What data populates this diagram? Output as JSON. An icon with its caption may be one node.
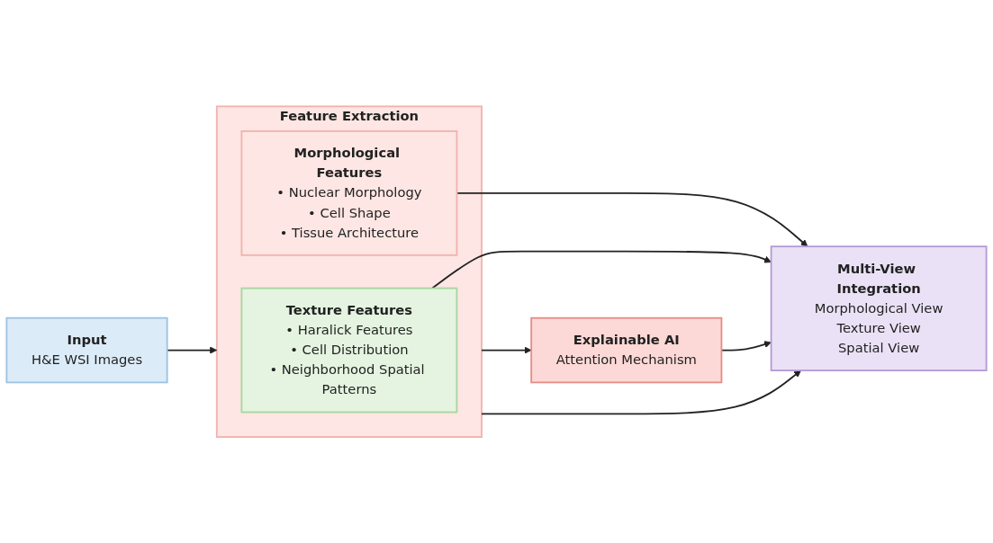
{
  "diagram": {
    "nodes": [
      {
        "text": [
          "Input",
          "H&E WSI Images"
        ]
      },
      {
        "text": [
          "Feature Extraction"
        ]
      },
      {
        "text": [
          "Morphological Features",
          "• Nuclear Morphology",
          "• Cell Shape",
          "• Tissue Architecture"
        ],
        "in": 1
      },
      {
        "text": [
          "Texture Features",
          "• Haralick Features",
          "• Cell Distribution",
          "• Neighborhood Spatial Patterns"
        ],
        "in": 1
      },
      {
        "text": [
          "Explainable AI",
          "Attention Mechanism"
        ]
      },
      {
        "text": [
          "Multi-View Integration",
          "Morphological View",
          "Texture View",
          "Spatial View"
        ]
      }
    ],
    "edges": [
      {
        "from": 0,
        "to": 1,
        "arrow": "to"
      },
      {
        "from": 1,
        "to": 4,
        "arrow": "to"
      },
      {
        "from": 2,
        "to": 5,
        "arrow": "to"
      },
      {
        "from": 1,
        "to": 5,
        "arrow": "to"
      },
      {
        "from": 3,
        "to": 5,
        "arrow": "to"
      },
      {
        "from": 4,
        "to": 5,
        "arrow": "to"
      }
    ]
  }
}
